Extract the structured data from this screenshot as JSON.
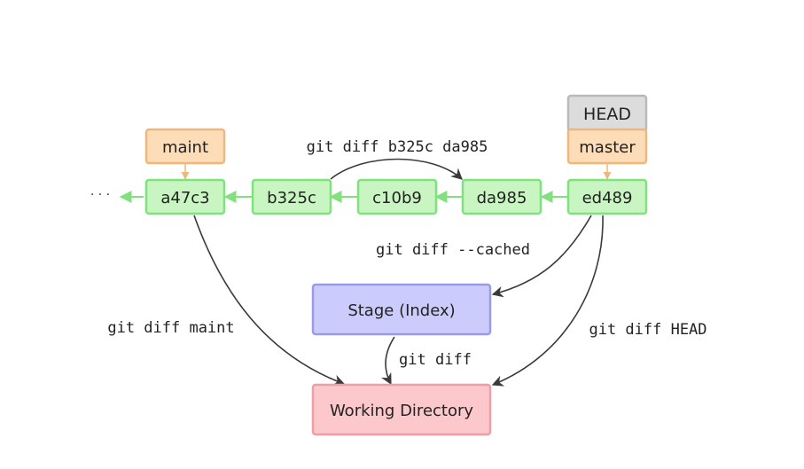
{
  "colors": {
    "commit_fill": "#c9f5c2",
    "commit_stroke": "#7de37a",
    "branch_fill": "#fddcb8",
    "branch_stroke": "#f0b77c",
    "head_fill": "#dcdcdc",
    "head_stroke": "#b9b9b9",
    "stage_fill": "#ccccfc",
    "stage_stroke": "#9a9ae8",
    "workdir_fill": "#fcc8cc",
    "workdir_stroke": "#ee9ea4",
    "history_arrow": "#82e07e",
    "branch_arrow": "#f0b77c",
    "diff_arrow": "#3a3a3a"
  },
  "ellipsis": "· · ·",
  "commits": [
    "a47c3",
    "b325c",
    "c10b9",
    "da985",
    "ed489"
  ],
  "refs": {
    "head": "HEAD",
    "master": "master",
    "maint": "maint"
  },
  "areas": {
    "stage": "Stage (Index)",
    "working_directory": "Working Directory"
  },
  "commands": {
    "diff_commits": "git diff b325c da985",
    "diff_cached": "git diff --cached",
    "diff_maint": "git diff maint",
    "diff_head": "git diff HEAD",
    "diff": "git diff"
  }
}
